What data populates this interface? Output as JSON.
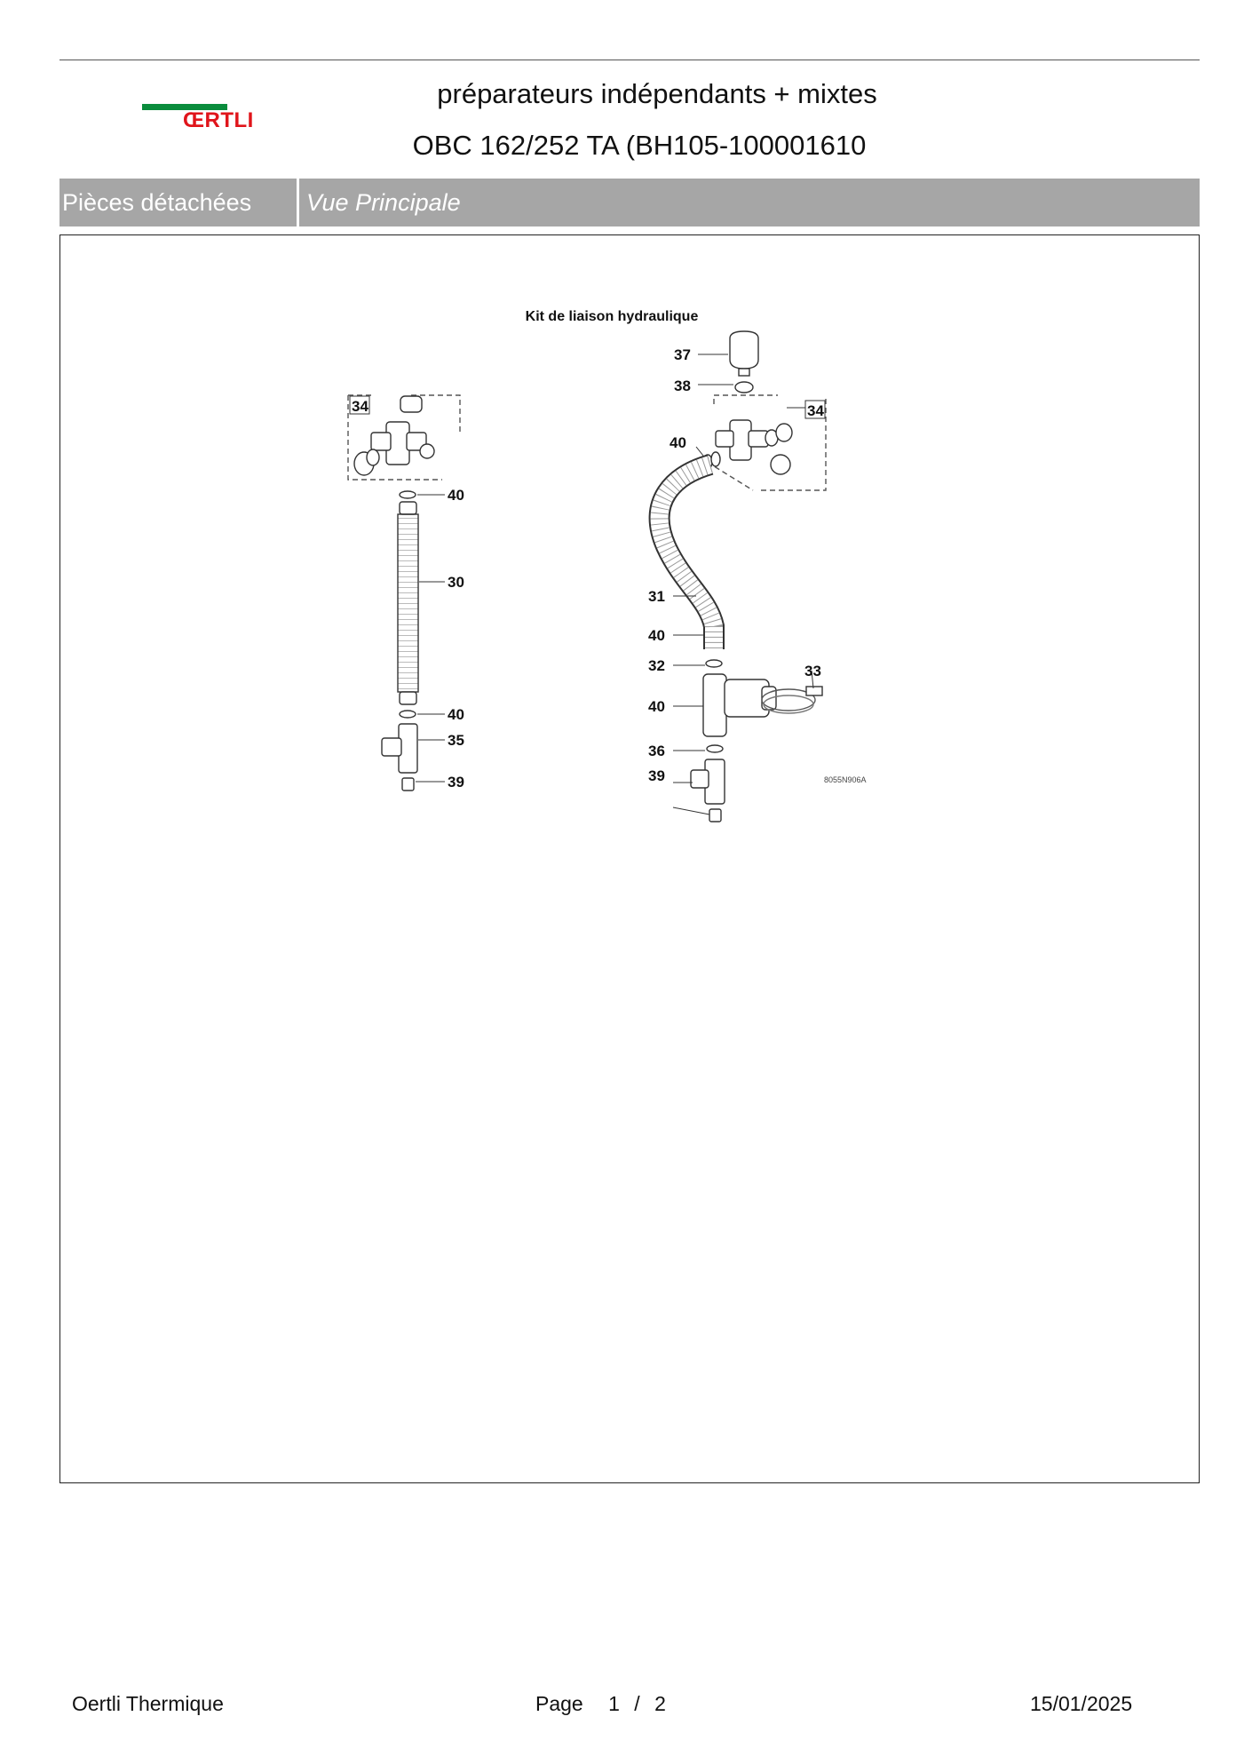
{
  "header": {
    "logo_text": "ŒRTLI",
    "title_line1": "préparateurs indépendants + mixtes",
    "title_line2": "OBC 162/252 TA (BH105-100001610"
  },
  "section": {
    "left_label": "Pièces détachées",
    "right_label": "Vue Principale"
  },
  "diagram": {
    "title": "Kit de liaison hydraulique",
    "code": "8055N906A",
    "left_assembly_labels": [
      "34",
      "40",
      "30",
      "40",
      "35",
      "39"
    ],
    "right_assembly_labels": [
      "37",
      "38",
      "34",
      "40",
      "31",
      "40",
      "32",
      "33",
      "40",
      "36",
      "39"
    ]
  },
  "footer": {
    "company": "Oertli Thermique",
    "page_label": "Page",
    "page_current": "1",
    "page_sep": "/",
    "page_total": "2",
    "date": "15/01/2025"
  }
}
